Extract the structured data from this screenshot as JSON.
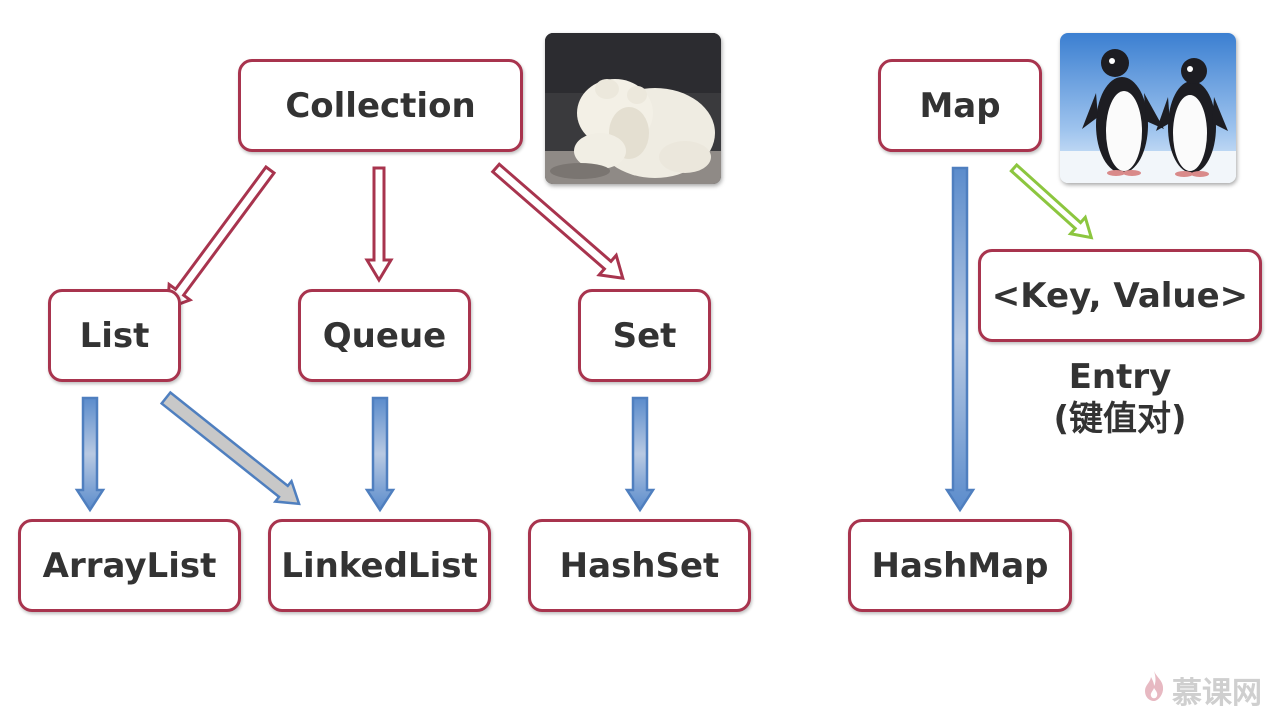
{
  "nodes": {
    "collection": "Collection",
    "map": "Map",
    "list": "List",
    "queue": "Queue",
    "set": "Set",
    "entry_box": "<Key, Value>",
    "arraylist": "ArrayList",
    "linkedlist": "LinkedList",
    "hashset": "HashSet",
    "hashmap": "HashMap"
  },
  "entry_caption": {
    "line1": "Entry",
    "line2": "(键值对)"
  },
  "logo": {
    "text": "慕课网"
  },
  "colors": {
    "node_border": "#a8344e",
    "interface_arrow": "#a8344e",
    "impl_arrow": "#4f7fbf",
    "entry_arrow": "#8cc63f",
    "text": "#333333"
  }
}
